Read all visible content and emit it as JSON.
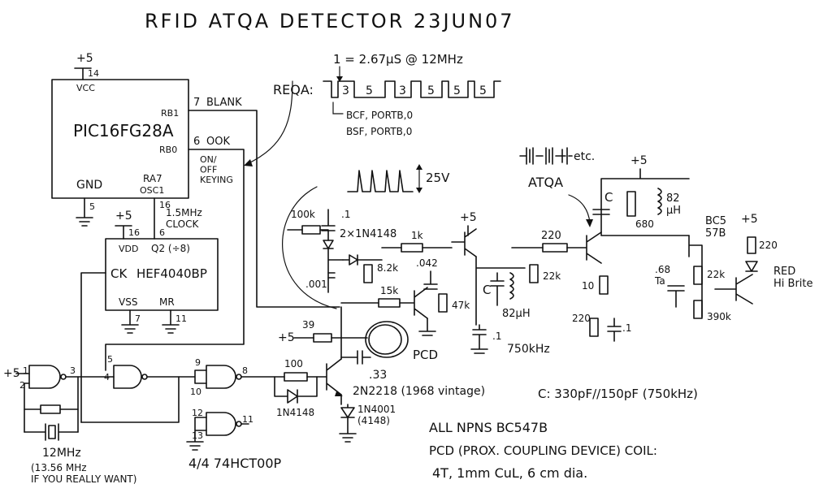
{
  "title": "RFID  ATQA DETECTOR  23JUN07",
  "timing": {
    "unit_note": "1 = 2.67µS @ 12MHz",
    "reqa_label": "REQA:",
    "pulse_values": [
      "3",
      "5",
      "3",
      "5",
      "5",
      "5"
    ],
    "bcf": "BCF, PORTB,0",
    "bsf": "BSF, PORTB,0",
    "amplitude": "25V",
    "etc": "etc."
  },
  "mcu": {
    "supply": "+5",
    "vcc_pin": "14",
    "vcc": "VCC",
    "name": "PIC16FG28A",
    "rb1": "RB1",
    "rb0": "RB0",
    "gnd": "GND",
    "gnd_pin": "5",
    "ra7": "RA7",
    "osc": "OSC1",
    "osc_pin": "16",
    "pin7": "7",
    "blank": "BLANK",
    "pin6": "6",
    "ook": "OOK",
    "onoff": "ON/\nOFF\nKEYING",
    "clock": "1.5MHz\nCLOCK"
  },
  "counter": {
    "supply": "+5",
    "vdd_pin": "16",
    "vdd": "VDD",
    "q2": "Q2 (÷8)",
    "q2_pin": "6",
    "ck": "CK",
    "name": "HEF4040BP",
    "vss": "VSS",
    "mr": "MR",
    "vss_pin": "7",
    "mr_pin": "11"
  },
  "gates": {
    "supply": "+5",
    "g1_pins": [
      "1",
      "2",
      "3"
    ],
    "g2_pins": [
      "5",
      "4"
    ],
    "g3_pins": [
      "9",
      "10",
      "8"
    ],
    "g4_pins": [
      "12",
      "13",
      "11"
    ],
    "xtal": "12MHz",
    "xtal_alt": "(13.56 MHz\nIF YOU REALLY WANT)",
    "chip": "4/4 74HCT00P"
  },
  "driver": {
    "r100": "100",
    "d1n4148": "1N4148",
    "supply": "+5",
    "r39": "39",
    "pcd": "PCD",
    "c33": ".33",
    "transistor": "2N2218 (1968 vintage)",
    "d1n4001": "1N4001\n(4148)"
  },
  "receiver": {
    "r100k": "100k",
    "c01": ".1",
    "diodes": "2×1N4148",
    "c001": ".001",
    "r1k": "1k",
    "r82k": "8.2k",
    "c042": ".042",
    "r15k": "15k",
    "supply": "+5",
    "r47k": "47k",
    "c_tank": "C",
    "l82": "82µH",
    "c01b": ".1",
    "freq": "750kHz",
    "r22k": "22k",
    "r220": "220",
    "r10": "10",
    "r220b": "220",
    "c01c": ".1",
    "atqa": "ATQA",
    "supply2": "+5",
    "c_tank2": "C",
    "r680": "680",
    "l82b": "82\nµH",
    "bc": "BC5\n57B",
    "supply3": "+5",
    "r220c": "220",
    "red": "RED\nHi Brite",
    "c68": ".68\nTa",
    "r22kb": "22k",
    "r390k": "390k"
  },
  "notes": {
    "cap": "C: 330pF//150pF (750kHz)",
    "npn": "ALL NPNS BC547B",
    "pcd": "PCD (PROX. COUPLING DEVICE) COIL:",
    "coil": "4T, 1mm CuL, 6 cm dia."
  }
}
